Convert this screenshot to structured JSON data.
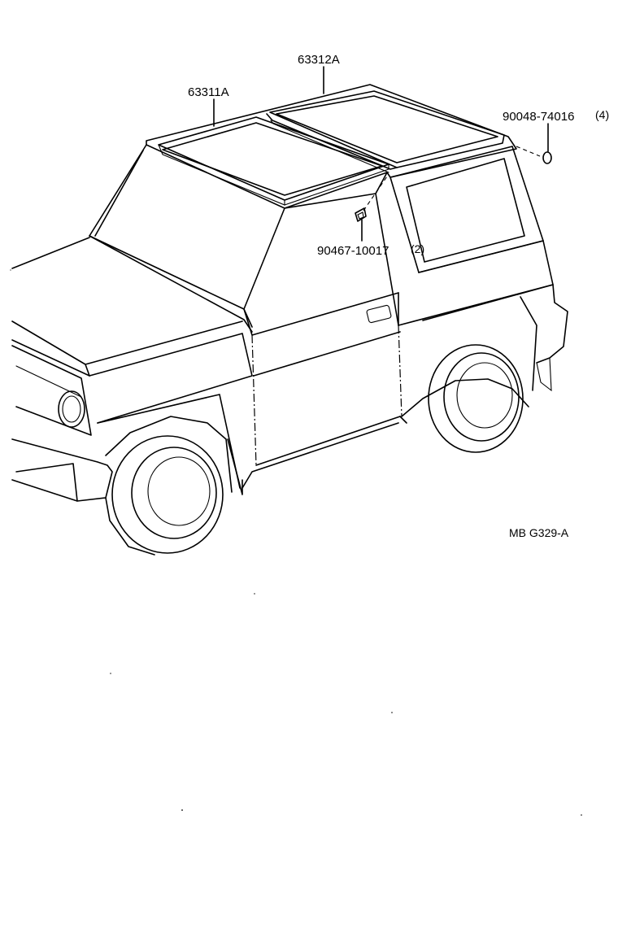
{
  "callouts": [
    {
      "part_number": "63312A",
      "quantity": "",
      "description": ""
    },
    {
      "part_number": "63311A",
      "quantity": "",
      "description": ""
    },
    {
      "part_number": "90048-74016",
      "quantity": "(4)",
      "description": ""
    },
    {
      "part_number": "90467-10017",
      "quantity": "(2)",
      "description": ""
    }
  ],
  "figure_code": "MB G329-A",
  "icons": {
    "vehicle": "suv-outline-icon",
    "plug": "plug-ring-icon",
    "clip": "clip-icon"
  }
}
